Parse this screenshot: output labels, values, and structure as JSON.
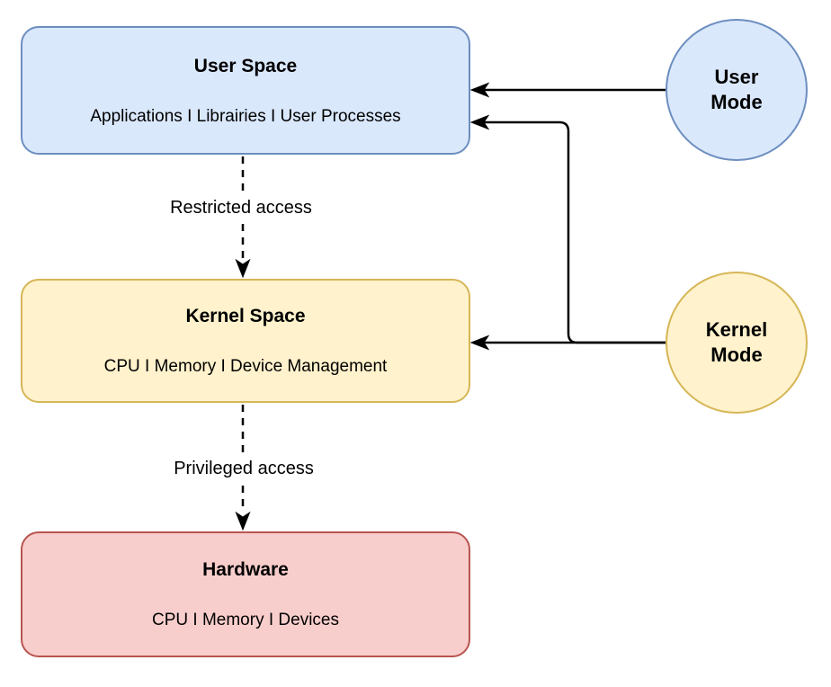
{
  "diagram": {
    "background": "#ffffff",
    "arrow_color": "#000000",
    "boxes": [
      {
        "id": "user-space",
        "title": "User Space",
        "subtitle": "Applications I Librairies I User Processes",
        "fill": "#dae8fc",
        "stroke": "#6c8ebf"
      },
      {
        "id": "kernel-space",
        "title": "Kernel Space",
        "subtitle": "CPU I Memory I Device Management",
        "fill": "#fff2cc",
        "stroke": "#d6b656"
      },
      {
        "id": "hardware",
        "title": "Hardware",
        "subtitle": "CPU I Memory I Devices",
        "fill": "#f8cecc",
        "stroke": "#b85450"
      }
    ],
    "modes": [
      {
        "id": "user-mode",
        "line1": "User",
        "line2": "Mode",
        "fill": "#dae8fc",
        "stroke": "#6c8ebf"
      },
      {
        "id": "kernel-mode",
        "line1": "Kernel",
        "line2": "Mode",
        "fill": "#fff2cc",
        "stroke": "#d6b656"
      }
    ],
    "edge_labels": [
      {
        "id": "restricted-access",
        "text": "Restricted access"
      },
      {
        "id": "privileged-access",
        "text": "Privileged access"
      }
    ]
  }
}
